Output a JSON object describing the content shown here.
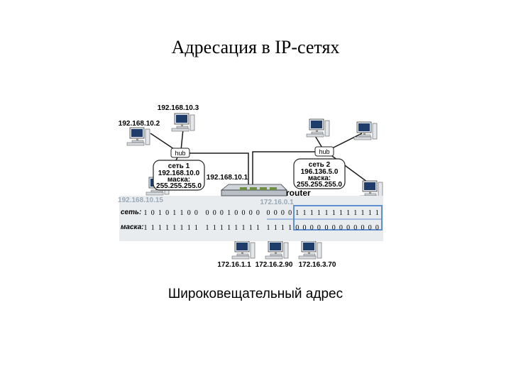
{
  "title": "Адресация в IP-сетях",
  "caption": "Широковещательный адрес",
  "colors": {
    "strip": "#e9ecef",
    "highlight": "#5f8fd1",
    "line": "#1a1a1a",
    "monitor": "#1f3d6b"
  },
  "diagram": {
    "hosts_top_left": [
      "192.168.10.3",
      "192.168.10.2"
    ],
    "hosts_bottom": [
      "172.16.1.1",
      "172.16.2.90",
      "172.16.3.70"
    ],
    "left_gateway": "192.168.10.1",
    "left_host_faint": "192.168.10.15",
    "router_ip_faint": "172.16.0.1",
    "router_label": "router",
    "hub_label": "hub",
    "left_cloud": {
      "lines": [
        "сеть 1",
        "192.168.10.0",
        "маска:",
        "255.255.255.0"
      ]
    },
    "right_cloud": {
      "lines": [
        "сеть 2",
        "196.136.5.0",
        "маска:",
        "255.255.255.0"
      ]
    },
    "net_row": {
      "label": "сеть:",
      "groups": [
        [
          "1",
          "0",
          "1",
          "0",
          "1",
          "1",
          "0",
          "0"
        ],
        [
          "0",
          "0",
          "0",
          "1",
          "0",
          "0",
          "0",
          "0"
        ],
        [
          "0",
          "0",
          "0",
          "0",
          "1",
          "1",
          "1",
          "1"
        ],
        [
          "1",
          "1",
          "1",
          "1",
          "1",
          "1",
          "1",
          "1"
        ]
      ]
    },
    "mask_row": {
      "label": "маска:",
      "groups": [
        [
          "1",
          "1",
          "1",
          "1",
          "1",
          "1",
          "1",
          "1"
        ],
        [
          "1",
          "1",
          "1",
          "1",
          "1",
          "1",
          "1",
          "1"
        ],
        [
          "1",
          "1",
          "1",
          "1",
          "0",
          "0",
          "0",
          "0"
        ],
        [
          "0",
          "0",
          "0",
          "0",
          "0",
          "0",
          "0",
          "0"
        ]
      ]
    }
  }
}
